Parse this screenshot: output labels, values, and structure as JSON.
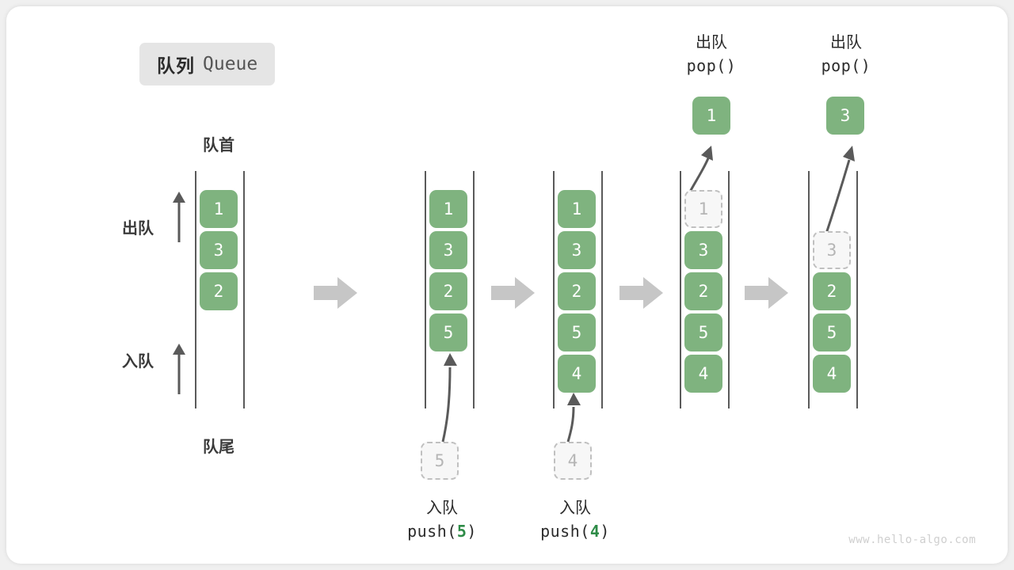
{
  "figure": {
    "title_cn": "队列",
    "title_en": "Queue",
    "front_label": "队首",
    "back_label": "队尾",
    "dequeue_label": "出队",
    "enqueue_label": "入队",
    "watermark": "www.hello-algo.com",
    "accent_green": "#7fb37f",
    "value_green": "#2e8b47",
    "ghost_gray": "#b5b5b5",
    "rail_gray": "#5a5a5a",
    "step_arrow_gray": "#c6c6c6",
    "badge_bg": "#e5e5e5"
  },
  "stages": [
    {
      "id": "initial",
      "nodes": [
        "1",
        "3",
        "2"
      ],
      "ghost_index": null,
      "op_kind": "none"
    },
    {
      "id": "push-5",
      "nodes": [
        "1",
        "3",
        "2",
        "5"
      ],
      "ghost_index": null,
      "op_kind": "push",
      "op_cn": "入队",
      "op_code_prefix": "push(",
      "op_code_value": "5",
      "op_code_suffix": ")",
      "floating_value": "5"
    },
    {
      "id": "push-4",
      "nodes": [
        "1",
        "3",
        "2",
        "5",
        "4"
      ],
      "ghost_index": null,
      "op_kind": "push",
      "op_cn": "入队",
      "op_code_prefix": "push(",
      "op_code_value": "4",
      "op_code_suffix": ")",
      "floating_value": "4"
    },
    {
      "id": "pop-1",
      "nodes": [
        "1",
        "3",
        "2",
        "5",
        "4"
      ],
      "ghost_index": 0,
      "op_kind": "pop",
      "op_cn": "出队",
      "op_code": "pop()",
      "popped_value": "1"
    },
    {
      "id": "pop-3",
      "nodes": [
        "",
        "3",
        "2",
        "5",
        "4"
      ],
      "ghost_index": 1,
      "op_kind": "pop",
      "op_cn": "出队",
      "op_code": "pop()",
      "popped_value": "3"
    }
  ]
}
